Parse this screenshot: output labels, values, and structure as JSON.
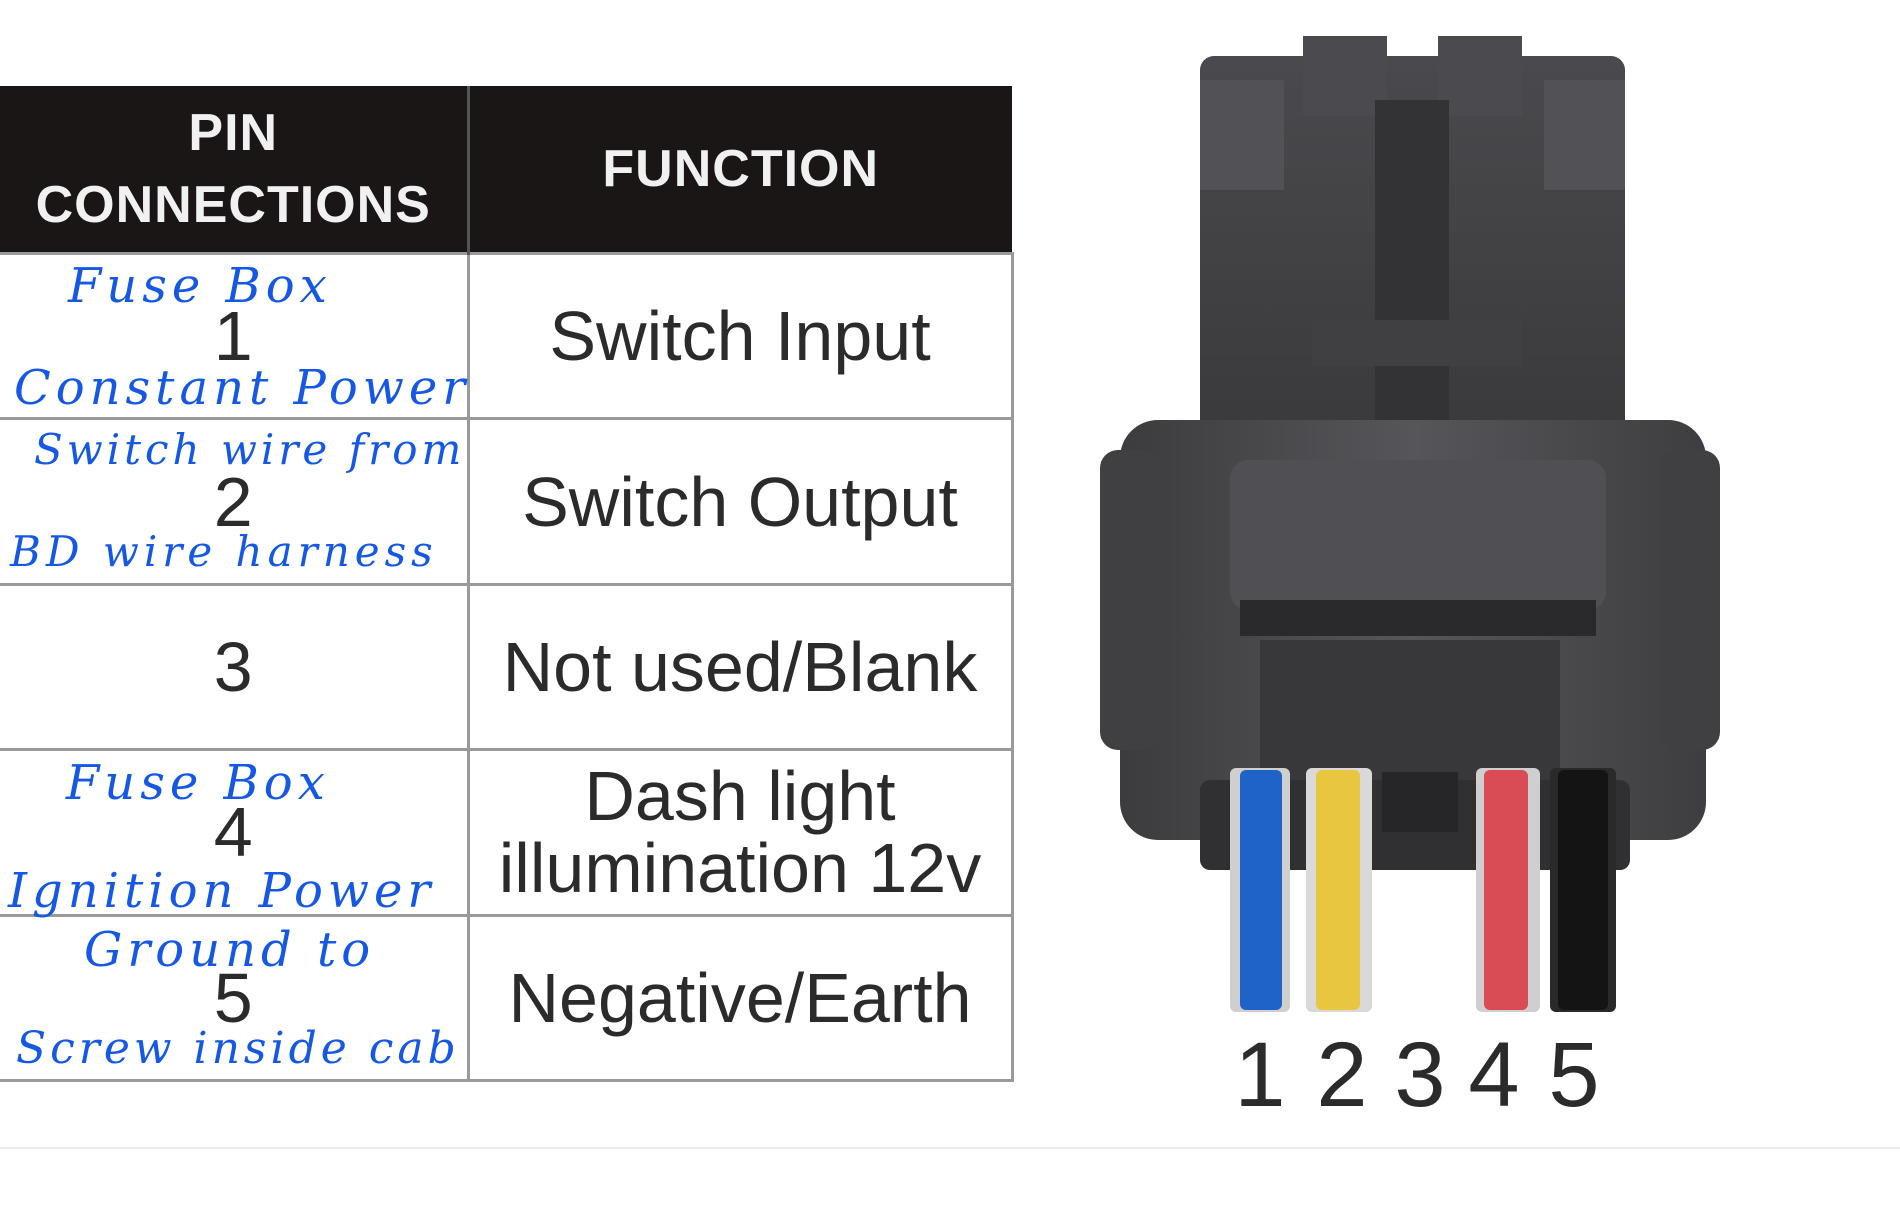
{
  "table": {
    "headers": {
      "pin": "PIN CONNECTIONS",
      "function": "FUNCTION"
    },
    "rows": [
      {
        "pin": "1",
        "function": "Switch Input",
        "note_top": "Fuse Box",
        "note_bottom": "Constant Power"
      },
      {
        "pin": "2",
        "function": "Switch Output",
        "note_top": "Switch wire from",
        "note_bottom": "BD wire harness"
      },
      {
        "pin": "3",
        "function": "Not used/Blank",
        "note_top": "",
        "note_bottom": ""
      },
      {
        "pin": "4",
        "function": "Dash light illumination 12v",
        "function_line1": "Dash light",
        "function_line2": "illumination 12v",
        "note_top": "Fuse Box",
        "note_bottom": "Ignition Power"
      },
      {
        "pin": "5",
        "function": "Negative/Earth",
        "note_top": "Ground to",
        "note_bottom": "Screw inside cab"
      }
    ]
  },
  "connector": {
    "pin_labels": [
      "1",
      "2",
      "3",
      "4",
      "5"
    ],
    "wire_colors": [
      "#1f63c9",
      "#e8c640",
      "",
      "#d94b55",
      "#141414"
    ],
    "body_color": "#4b4b4e"
  },
  "colors": {
    "handwriting": "#1558e6",
    "header_bg": "#1a1616"
  }
}
